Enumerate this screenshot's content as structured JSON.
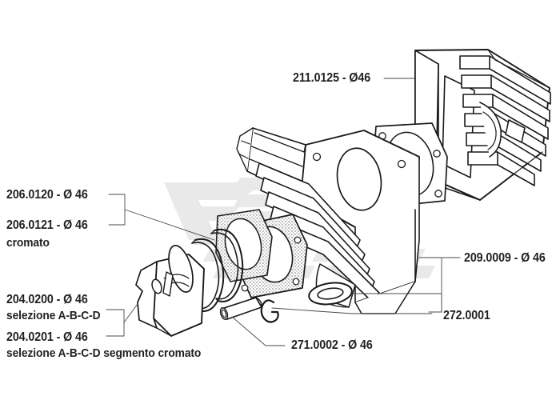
{
  "diagram": {
    "title": "Exploded cylinder kit parts diagram",
    "background_color": "#ffffff",
    "line_color": "#1a1a1a",
    "text_color": "#231f20",
    "watermark_color": "#e9e9e9",
    "watermark_text": "STAR MOTO"
  },
  "labels": {
    "head": {
      "code": "211.0125 - Ø46",
      "part": "cylinder-head"
    },
    "rings": {
      "code_1": "206.0120 - Ø 46",
      "code_2": "206.0121 - Ø 46",
      "note_2": "cromato",
      "part": "piston-rings"
    },
    "piston": {
      "code_1": "204.0200 - Ø 46",
      "note_1": "selezione A-B-C-D",
      "code_2": "204.0201 - Ø 46",
      "note_2": "selezione A-B-C-D segmento cromato",
      "part": "piston"
    },
    "cylinder": {
      "code": "209.0009 - Ø 46",
      "part": "cylinder-barrel"
    },
    "oring": {
      "code": "272.0001",
      "part": "o-ring-seal"
    },
    "pin": {
      "code": "271.0002 - Ø 46",
      "part": "wrist-pin"
    }
  },
  "parts": [
    {
      "name": "cylinder-head",
      "label_code": "211.0125 - Ø46"
    },
    {
      "name": "cylinder-barrel",
      "label_code": "209.0009 - Ø 46"
    },
    {
      "name": "head-gasket",
      "label_code": ""
    },
    {
      "name": "base-gasket",
      "label_code": ""
    },
    {
      "name": "piston-ring-upper",
      "label_code": "206.0120 - Ø 46"
    },
    {
      "name": "piston-ring-lower",
      "label_code": "206.0121 - Ø 46"
    },
    {
      "name": "piston",
      "label_code": "204.0200 - Ø 46"
    },
    {
      "name": "wrist-pin",
      "label_code": "271.0002 - Ø 46"
    },
    {
      "name": "circlip",
      "label_code": ""
    },
    {
      "name": "o-ring-seal",
      "label_code": "272.0001"
    }
  ]
}
